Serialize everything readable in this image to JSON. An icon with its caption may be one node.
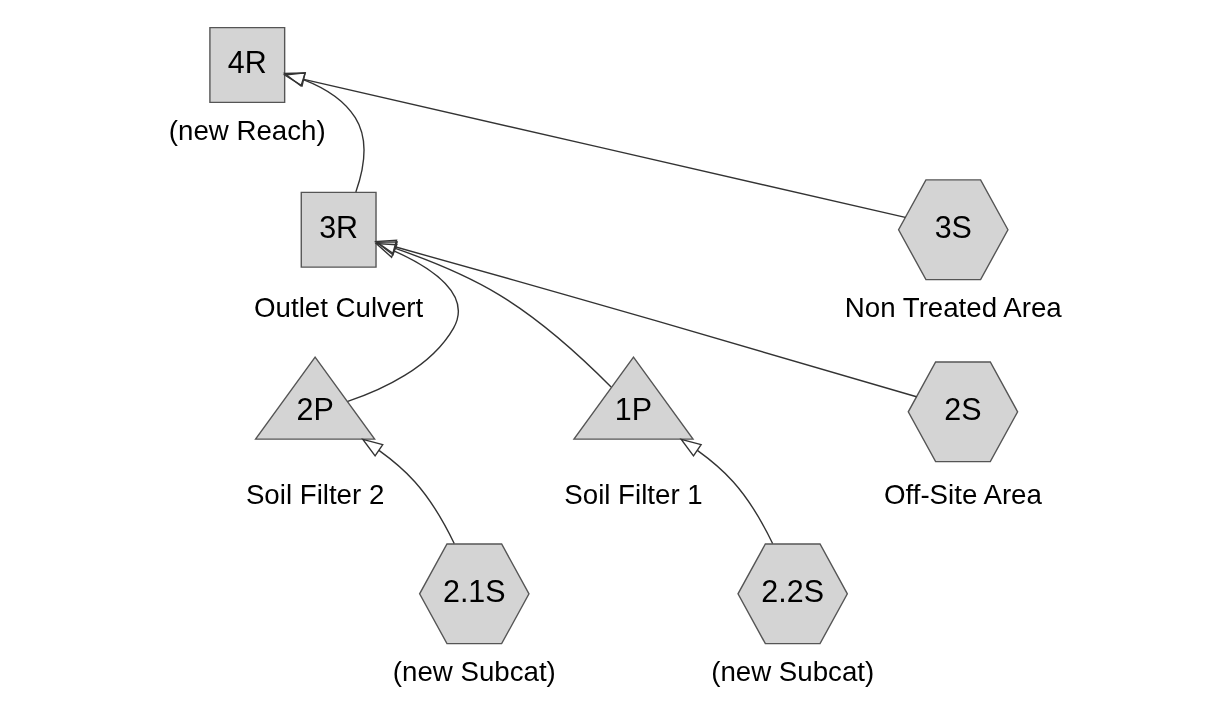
{
  "diagram": {
    "nodes": [
      {
        "text": [
          "4R"
        ],
        "beside": [
          "(new Reach)"
        ]
      },
      {
        "text": [
          "3R"
        ],
        "beside": [
          "Outlet Culvert"
        ]
      },
      {
        "text": [
          "2P"
        ],
        "beside": [
          "Soil Filter 2"
        ]
      },
      {
        "text": [
          "1P"
        ],
        "beside": [
          "Soil Filter 1"
        ]
      },
      {
        "text": [
          "3S"
        ],
        "beside": [
          "Non Treated Area"
        ]
      },
      {
        "text": [
          "2.1S"
        ],
        "beside": [
          "(new Subcat)"
        ]
      },
      {
        "text": [
          "2S"
        ],
        "beside": [
          "Off-Site Area"
        ]
      },
      {
        "text": [
          "2.2S"
        ],
        "beside": [
          "(new Subcat)"
        ]
      }
    ],
    "edges": [
      {
        "from": 1,
        "to": 0,
        "arrow": "to"
      },
      {
        "from": 2,
        "to": 1,
        "arrow": "to"
      },
      {
        "from": 3,
        "to": 1,
        "arrow": "to"
      },
      {
        "from": 4,
        "to": 0,
        "arrow": "to"
      },
      {
        "from": 5,
        "to": 2,
        "arrow": "to"
      },
      {
        "from": 6,
        "to": 1,
        "arrow": "to"
      },
      {
        "from": 7,
        "to": 3,
        "arrow": "to"
      }
    ]
  }
}
